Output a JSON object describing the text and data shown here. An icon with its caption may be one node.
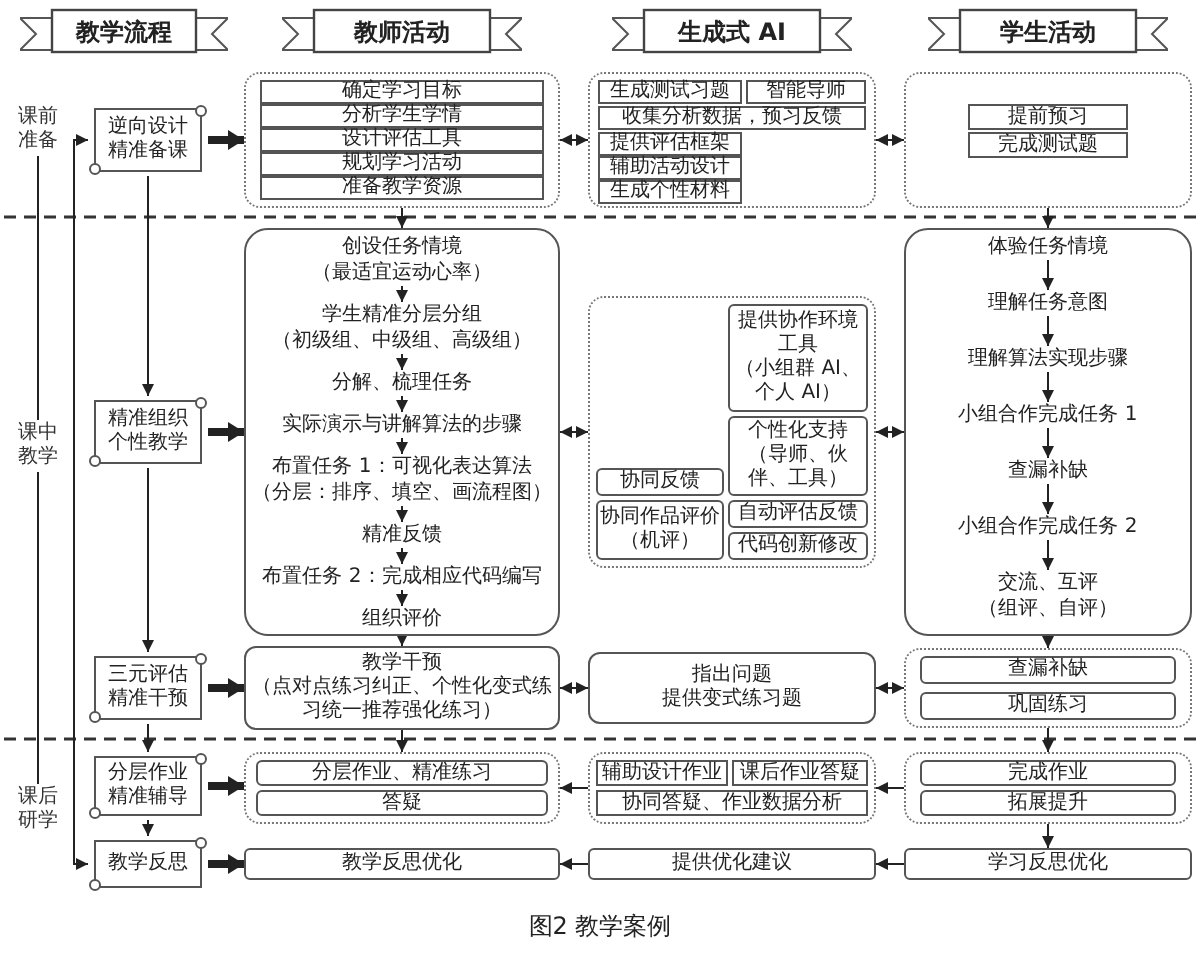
{
  "diagram": {
    "caption": "图2 教学案例",
    "nodes": [
      {
        "text": [
          "教学流程"
        ]
      },
      {
        "text": [
          "教师活动"
        ]
      },
      {
        "text": [
          "生成式 AI"
        ]
      },
      {
        "text": [
          "学生活动"
        ]
      },
      {
        "text": [
          "课前准备"
        ]
      },
      {
        "text": [
          "课中教学"
        ]
      },
      {
        "text": [
          "课后研学"
        ]
      },
      {
        "text": [
          "逆向设计精准备课"
        ]
      },
      {
        "text": [
          "精准组织个性教学"
        ]
      },
      {
        "text": [
          "三元评估精准干预"
        ]
      },
      {
        "text": [
          "分层作业精准辅导"
        ]
      },
      {
        "text": [
          "教学反思"
        ]
      },
      {
        "text": [],
        "shape": "box"
      },
      {
        "text": [
          "确定学习目标"
        ],
        "in": 12
      },
      {
        "text": [
          "分析学生学情"
        ],
        "in": 12
      },
      {
        "text": [
          "设计评估工具"
        ],
        "in": 12
      },
      {
        "text": [
          "规划学习活动"
        ],
        "in": 12
      },
      {
        "text": [
          "准备教学资源"
        ],
        "in": 12
      },
      {
        "text": [],
        "shape": "box"
      },
      {
        "text": [
          "生成测试习题"
        ],
        "in": 18
      },
      {
        "text": [
          "智能导师"
        ],
        "in": 18
      },
      {
        "text": [
          "收集分析数据，预习反馈"
        ],
        "in": 18
      },
      {
        "text": [
          "提供评估框架"
        ],
        "in": 18
      },
      {
        "text": [
          "辅助活动设计"
        ],
        "in": 18
      },
      {
        "text": [
          "生成个性材料"
        ],
        "in": 18
      },
      {
        "text": [],
        "shape": "box"
      },
      {
        "text": [
          "提前预习"
        ],
        "in": 25
      },
      {
        "text": [
          "完成测试题"
        ],
        "in": 25
      },
      {
        "text": [],
        "shape": "box"
      },
      {
        "text": [
          "创设任务情境",
          "（最适宜运动心率）"
        ],
        "in": 28
      },
      {
        "text": [
          "学生精准分层分组",
          "（初级组、中级组、高级组）"
        ],
        "in": 28
      },
      {
        "text": [
          "分解、梳理任务"
        ],
        "in": 28
      },
      {
        "text": [
          "实际演示与讲解算法的步骤"
        ],
        "in": 28
      },
      {
        "text": [
          "布置任务 1：可视化表达算法",
          "（分层：排序、填空、画流程图）"
        ],
        "in": 28
      },
      {
        "text": [
          "精准反馈"
        ],
        "in": 28
      },
      {
        "text": [
          "布置任务 2：完成相应代码编写"
        ],
        "in": 28
      },
      {
        "text": [
          "组织评价"
        ],
        "in": 28
      },
      {
        "text": [],
        "shape": "box"
      },
      {
        "text": [
          "提供协作环境工具",
          "（小组群 AI、个人 AI）"
        ],
        "in": 37
      },
      {
        "text": [
          "个性化支持",
          "（导师、伙伴、工具）"
        ],
        "in": 37
      },
      {
        "text": [
          "自动评估反馈"
        ],
        "in": 37
      },
      {
        "text": [
          "代码创新修改"
        ],
        "in": 37
      },
      {
        "text": [
          "协同反馈"
        ],
        "in": 37
      },
      {
        "text": [
          "协同作品评价",
          "（机评）"
        ],
        "in": 37
      },
      {
        "text": [],
        "shape": "box"
      },
      {
        "text": [
          "体验任务情境"
        ],
        "in": 44
      },
      {
        "text": [
          "理解任务意图"
        ],
        "in": 44
      },
      {
        "text": [
          "理解算法实现步骤"
        ],
        "in": 44
      },
      {
        "text": [
          "小组合作完成任务 1"
        ],
        "in": 44
      },
      {
        "text": [
          "查漏补缺"
        ],
        "in": 44
      },
      {
        "text": [
          "小组合作完成任务 2"
        ],
        "in": 44
      },
      {
        "text": [
          "交流、互评",
          "（组评、自评）"
        ],
        "in": 44
      },
      {
        "text": [
          "教学干预",
          "（点对点练习纠正、个性化变式练习统一推荐强化练习）"
        ]
      },
      {
        "text": [
          "指出问题",
          "提供变式练习题"
        ]
      },
      {
        "text": [],
        "shape": "box"
      },
      {
        "text": [
          "查漏补缺"
        ],
        "in": 54
      },
      {
        "text": [
          "巩固练习"
        ],
        "in": 54
      },
      {
        "text": [],
        "shape": "box"
      },
      {
        "text": [
          "分层作业、精准练习"
        ],
        "in": 57
      },
      {
        "text": [
          "答疑"
        ],
        "in": 57
      },
      {
        "text": [],
        "shape": "box"
      },
      {
        "text": [
          "辅助设计作业"
        ],
        "in": 60
      },
      {
        "text": [
          "课后作业答疑"
        ],
        "in": 60
      },
      {
        "text": [
          "协同答疑、作业数据分析"
        ],
        "in": 60
      },
      {
        "text": [],
        "shape": "box"
      },
      {
        "text": [
          "完成作业"
        ],
        "in": 64
      },
      {
        "text": [
          "拓展提升"
        ],
        "in": 64
      },
      {
        "text": [
          "教学反思优化"
        ]
      },
      {
        "text": [
          "提供优化建议"
        ]
      },
      {
        "text": [
          "学习反思优化"
        ]
      }
    ],
    "edges": [
      {
        "from": 4,
        "to": 5,
        "arrow": "none"
      },
      {
        "from": 5,
        "to": 6,
        "arrow": "none"
      },
      {
        "from": 7,
        "to": 8,
        "arrow": "to"
      },
      {
        "from": 8,
        "to": 9,
        "arrow": "to"
      },
      {
        "from": 9,
        "to": 10,
        "arrow": "to"
      },
      {
        "from": 10,
        "to": 11,
        "arrow": "to"
      },
      {
        "from": 11,
        "to": 7,
        "arrow": "both"
      },
      {
        "from": 7,
        "to": 12,
        "arrow": "to",
        "style": "thick"
      },
      {
        "from": 8,
        "to": 28,
        "arrow": "to",
        "style": "thick"
      },
      {
        "from": 9,
        "to": 52,
        "arrow": "to",
        "style": "thick"
      },
      {
        "from": 10,
        "to": 57,
        "arrow": "to",
        "style": "thick"
      },
      {
        "from": 11,
        "to": 67,
        "arrow": "to",
        "style": "thick"
      },
      {
        "from": 12,
        "to": 18,
        "arrow": "both"
      },
      {
        "from": 18,
        "to": 25,
        "arrow": "both"
      },
      {
        "from": 28,
        "to": 37,
        "arrow": "both"
      },
      {
        "from": 37,
        "to": 44,
        "arrow": "both"
      },
      {
        "from": 52,
        "to": 53,
        "arrow": "both"
      },
      {
        "from": 53,
        "to": 54,
        "arrow": "both"
      },
      {
        "from": 60,
        "to": 57,
        "arrow": "to"
      },
      {
        "from": 64,
        "to": 60,
        "arrow": "to"
      },
      {
        "from": 68,
        "to": 67,
        "arrow": "to"
      },
      {
        "from": 69,
        "to": 68,
        "arrow": "to"
      },
      {
        "from": 12,
        "to": 28,
        "arrow": "to"
      },
      {
        "from": 28,
        "to": 52,
        "arrow": "to"
      },
      {
        "from": 52,
        "to": 57,
        "arrow": "to"
      },
      {
        "from": 25,
        "to": 44,
        "arrow": "to"
      },
      {
        "from": 44,
        "to": 54,
        "arrow": "to"
      },
      {
        "from": 54,
        "to": 64,
        "arrow": "to"
      },
      {
        "from": 64,
        "to": 69,
        "arrow": "to"
      },
      {
        "from": 29,
        "to": 30,
        "arrow": "to"
      },
      {
        "from": 30,
        "to": 31,
        "arrow": "to"
      },
      {
        "from": 31,
        "to": 32,
        "arrow": "to"
      },
      {
        "from": 32,
        "to": 33,
        "arrow": "to"
      },
      {
        "from": 33,
        "to": 34,
        "arrow": "to"
      },
      {
        "from": 34,
        "to": 35,
        "arrow": "to"
      },
      {
        "from": 35,
        "to": 36,
        "arrow": "to"
      },
      {
        "from": 45,
        "to": 46,
        "arrow": "to"
      },
      {
        "from": 46,
        "to": 47,
        "arrow": "to"
      },
      {
        "from": 47,
        "to": 48,
        "arrow": "to"
      },
      {
        "from": 48,
        "to": 49,
        "arrow": "to"
      },
      {
        "from": 49,
        "to": 50,
        "arrow": "to"
      },
      {
        "from": 50,
        "to": 51,
        "arrow": "to"
      }
    ]
  }
}
